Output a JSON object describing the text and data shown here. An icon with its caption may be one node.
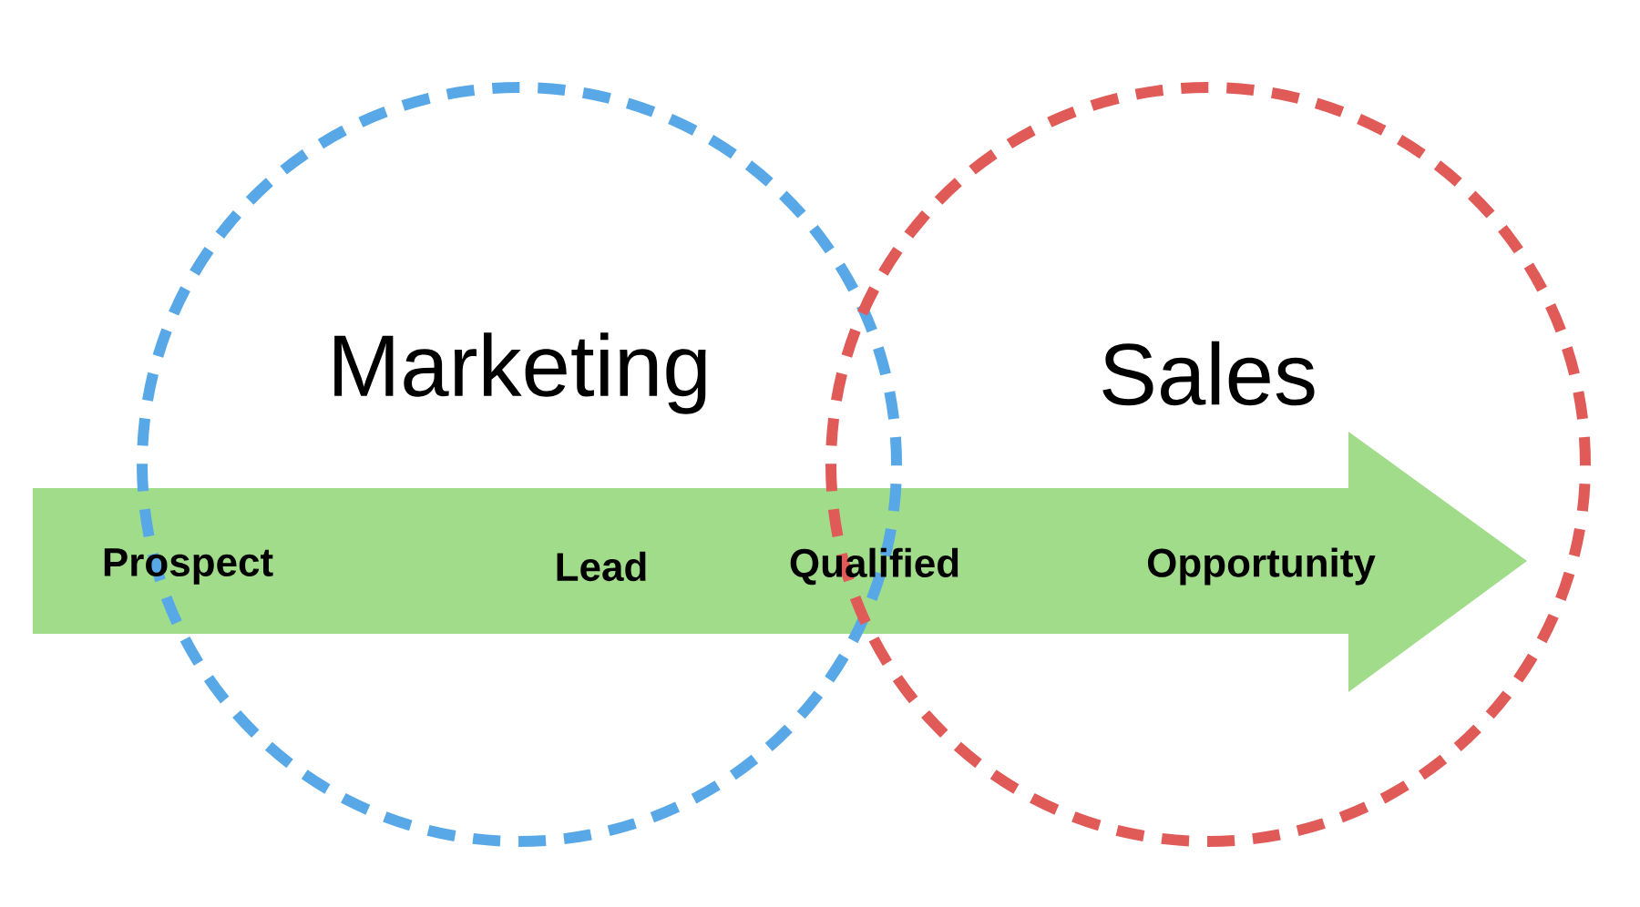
{
  "diagram": {
    "nodes": [
      {
        "text": [
          "Marketing"
        ]
      },
      {
        "text": [
          "Sales"
        ]
      },
      {
        "text": [
          "Prospect",
          "Lead",
          "Qualified",
          "Opportunity"
        ]
      }
    ]
  }
}
